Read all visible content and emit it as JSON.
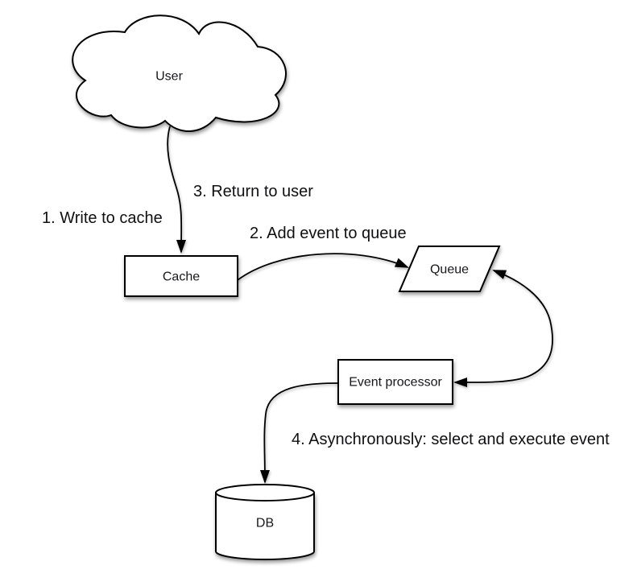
{
  "diagram": {
    "background_color": "#ffffff",
    "shape_fill_color": "#ffffff",
    "shape_stroke_color": "#000000",
    "text_color": "#101012",
    "nodes": [
      {
        "id": "user",
        "label": "User",
        "shape": "cloud"
      },
      {
        "id": "cache",
        "label": "Cache",
        "shape": "rectangle"
      },
      {
        "id": "queue",
        "label": "Queue",
        "shape": "parallelogram"
      },
      {
        "id": "event_processor",
        "label": "Event processor",
        "shape": "rectangle"
      },
      {
        "id": "db",
        "label": "DB",
        "shape": "cylinder"
      }
    ],
    "annotations": [
      {
        "id": "step1",
        "text": "1. Write to cache"
      },
      {
        "id": "step2",
        "text": "2. Add event to queue"
      },
      {
        "id": "step3",
        "text": "3. Return to user"
      },
      {
        "id": "step4",
        "text": "4. Asynchronously: select and execute event"
      }
    ],
    "edges": [
      {
        "id": "user-to-cache",
        "from": "user",
        "to": "cache",
        "arrow": "end",
        "style": "curved"
      },
      {
        "id": "cache-to-queue",
        "from": "cache",
        "to": "queue",
        "arrow": "end",
        "style": "curved"
      },
      {
        "id": "queue-event-processor",
        "from": "queue",
        "to": "event_processor",
        "arrow": "both",
        "style": "curved"
      },
      {
        "id": "event-processor-to-db",
        "from": "event_processor",
        "to": "db",
        "arrow": "end",
        "style": "curved"
      }
    ]
  }
}
